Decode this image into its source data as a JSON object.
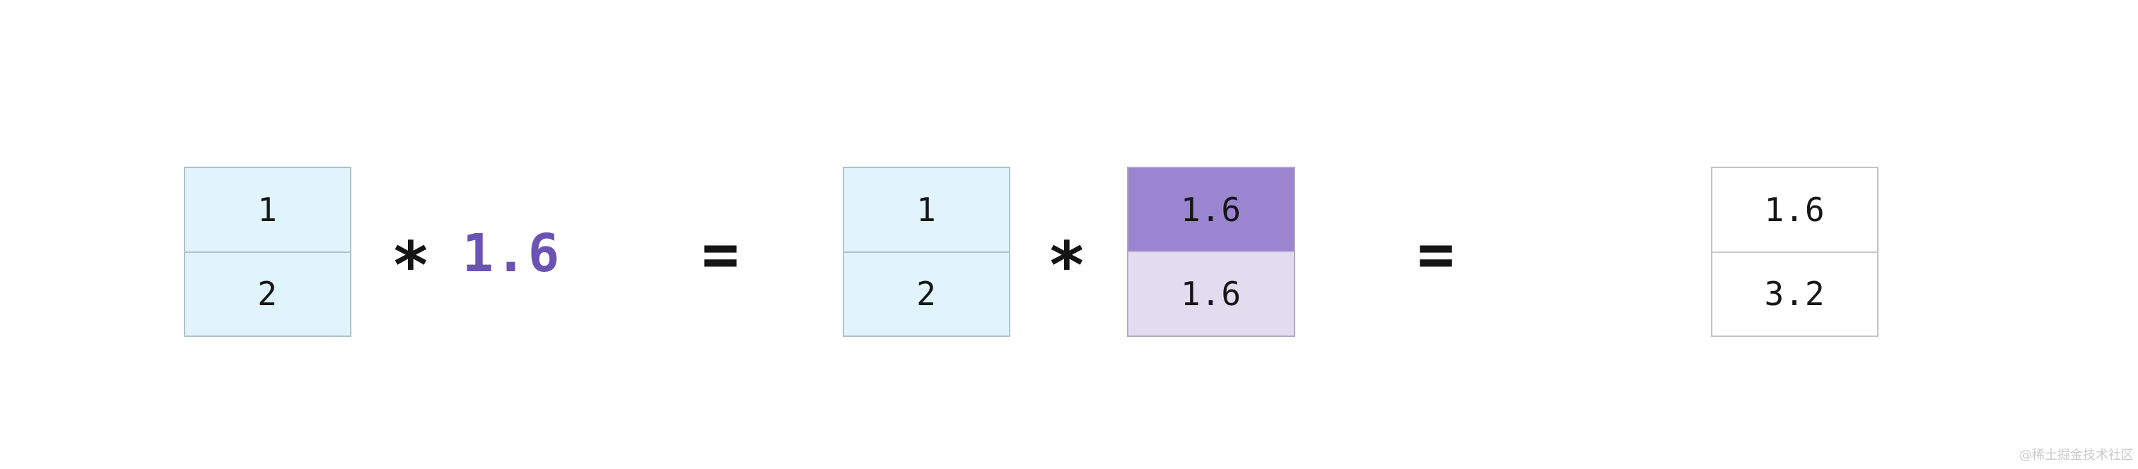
{
  "diagram": {
    "description": "scalar broadcasting multiplication",
    "expression": {
      "vector_a": {
        "cells": [
          {
            "value": "1"
          },
          {
            "value": "2"
          }
        ]
      },
      "operator_multiply_1": "*",
      "scalar": {
        "value": "1.6"
      },
      "operator_equals_1": "=",
      "vector_b": {
        "cells": [
          {
            "value": "1"
          },
          {
            "value": "2"
          }
        ]
      },
      "operator_multiply_2": "*",
      "broadcast_vector": {
        "cells": [
          {
            "value": "1.6"
          },
          {
            "value": "1.6"
          }
        ]
      },
      "operator_equals_2": "=",
      "result_vector": {
        "cells": [
          {
            "value": "1.6"
          },
          {
            "value": "3.2"
          }
        ]
      }
    },
    "colors": {
      "input_cell_blue": "#e1f4fb",
      "broadcast_cell_dark_purple": "#9b84d0",
      "broadcast_cell_light_purple": "#e1dcef",
      "scalar_text_purple": "#6b53b4",
      "result_cell_white": "#ffffff",
      "operator_black": "#151515",
      "table_border_gray": "#b3c1c8"
    }
  },
  "watermark": {
    "text": "@稀土掘金技术社区"
  }
}
